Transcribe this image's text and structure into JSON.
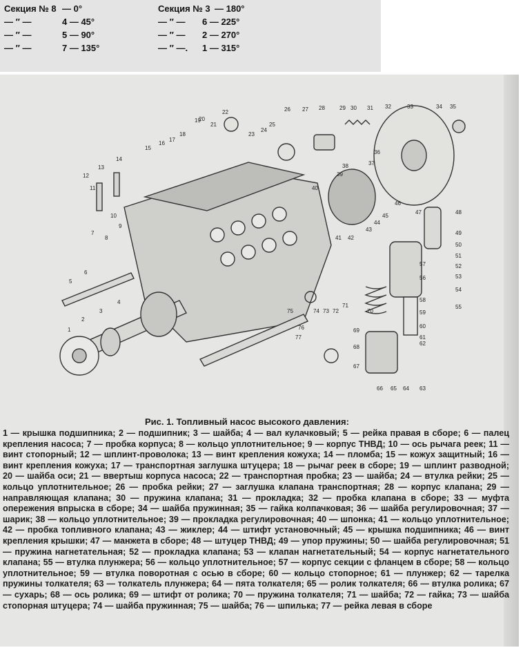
{
  "sections": {
    "rows": [
      {
        "a_label": "Секция № 8",
        "a_value": "— 0°",
        "b_label": "Секция № 3",
        "b_value": "— 180°"
      },
      {
        "a_label": "— ″ —",
        "a_value": "4 — 45°",
        "b_label": "— ″ —",
        "b_value": "6 — 225°"
      },
      {
        "a_label": "— ″ —",
        "a_value": "5 — 90°",
        "b_label": "— ″ —",
        "b_value": "2 — 270°"
      },
      {
        "a_label": "— ″ —",
        "a_value": "7 — 135°",
        "b_label": "— ″ —.",
        "b_value": "1 — 315°"
      }
    ]
  },
  "figure": {
    "caption": "Рис. 1. Топливный насос высокого давления:",
    "numbers": [
      "1",
      "2",
      "3",
      "4",
      "5",
      "6",
      "7",
      "8",
      "9",
      "10",
      "11",
      "12",
      "13",
      "14",
      "15",
      "16",
      "17",
      "18",
      "19",
      "20",
      "21",
      "22",
      "23",
      "24",
      "25",
      "26",
      "27",
      "28",
      "29",
      "30",
      "31",
      "32",
      "33",
      "34",
      "35",
      "36",
      "37",
      "38",
      "39",
      "40",
      "41",
      "42",
      "43",
      "44",
      "45",
      "46",
      "47",
      "48",
      "49",
      "50",
      "51",
      "52",
      "53",
      "54",
      "55",
      "56",
      "57",
      "58",
      "59",
      "60",
      "61",
      "62",
      "63",
      "64",
      "65",
      "66",
      "67",
      "68",
      "69",
      "70",
      "71",
      "72",
      "73",
      "74",
      "75",
      "76",
      "77"
    ]
  },
  "legend": {
    "text": "1 — крышка подшипника; 2 — подшипник; 3 — шайба; 4 — вал кулачковый; 5 — рейка правая в сборе; 6 — палец крепления насоса; 7 — пробка корпуса; 8 — кольцо уплотнительное; 9 — корпус ТНВД; 10 — ось рычага реек; 11 — винт стопорный; 12 — шплинт-проволока; 13 — винт крепления кожуха; 14 — пломба; 15 — кожух защитный; 16 — винт крепления кожуха; 17 — транспортная заглушка штуцера; 18 — рычаг реек в сборе; 19 — шплинт разводной; 20 — шайба оси; 21 — ввертыш корпуса насоса; 22 — транспортная пробка; 23 — шайба; 24 — втулка рейки; 25 — кольцо уплотнительное; 26 — пробка рейки; 27 — заглушка клапана транспортная; 28 — корпус клапана; 29 — направляющая клапана; 30 — пружина клапана; 31 — прокладка; 32 — пробка клапана в сборе; 33 — муфта опережения впрыска в сборе; 34 — шайба пружинная; 35 — гайка колпачковая; 36 — шайба регулировочная; 37 — шарик; 38 — кольцо уплотнительное; 39 — прокладка регулировочная; 40 — шпонка; 41 — кольцо уплотнительное; 42 — пробка топливного клапана; 43 — жиклер; 44 — штифт установочный; 45 — крышка подшипника; 46 — винт крепления крышки; 47 — манжета в сборе; 48 — штуцер ТНВД; 49 — упор пружины; 50 — шайба регулировочная; 51 — пружина нагнетательная; 52 — прокладка клапана; 53 — клапан нагнетательный; 54 — корпус нагнетательного клапана; 55 — втулка плунжера; 56 — кольцо уплотнительное; 57 — корпус секции с фланцем в сборе; 58 — кольцо уплотнительное; 59 — втулка поворотная с осью в сборе; 60 — кольцо стопорное; 61 — плунжер; 62 — тарелка пружины толкателя; 63 — толкатель плунжера; 64 — пята толкателя; 65 — ролик толкателя; 66 — втулка ролика; 67 — сухарь; 68 — ось ролика; 69 — штифт от ролика; 70 — пружина толкателя; 71 — шайба; 72 — гайка; 73 — шайба стопорная штуцера; 74 — шайба пружинная; 75 — шайба; 76 — шпилька; 77 — рейка левая в сборе"
  }
}
